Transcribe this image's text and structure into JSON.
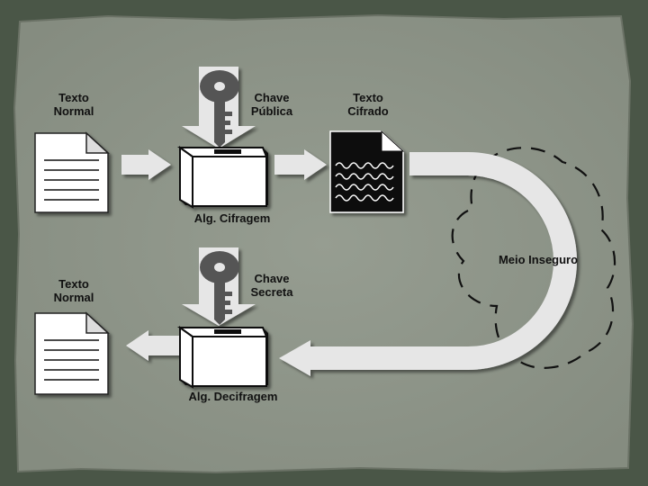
{
  "top": {
    "plain_text": [
      "Texto",
      "Normal"
    ],
    "key": [
      "Chave",
      "Pública"
    ],
    "cipher_text": [
      "Texto",
      "Cifrado"
    ],
    "algorithm": "Alg. Cifragem"
  },
  "channel": {
    "label": "Meio Inseguro"
  },
  "bottom": {
    "plain_text": [
      "Texto",
      "Normal"
    ],
    "key": [
      "Chave",
      "Secreta"
    ],
    "algorithm": "Alg. Decifragem"
  },
  "colors": {
    "frame": "#4a5647",
    "panel": "#8d9488",
    "arrow": "#e8e8e8",
    "ink": "#111111",
    "paper": "#ffffff"
  }
}
